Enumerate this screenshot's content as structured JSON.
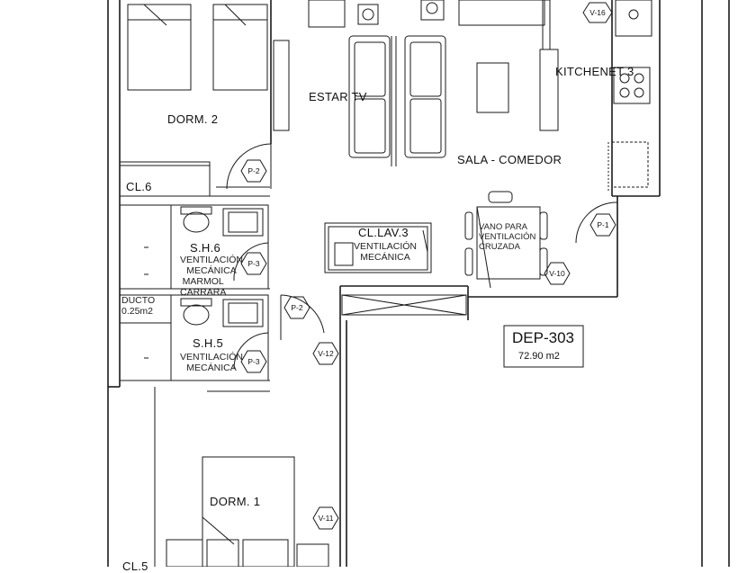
{
  "rooms": {
    "dorm2": "DORM. 2",
    "estar": "ESTAR TV",
    "kitchen": "KITCHENET 3",
    "sala": "SALA - COMEDOR",
    "cl6": "CL.6",
    "sh6": "S.H.6",
    "sh5": "S.H.5",
    "cllav": "CL.LAV.3",
    "dorm1": "DORM. 1",
    "cl5": "CL.5"
  },
  "notes": {
    "vent_mec_a": "VENTILACIÓN",
    "vent_mec_b": "MECÁNICA",
    "marmol_a": "MARMOL",
    "marmol_b": "CARRARA",
    "ducto_a": "DUCTO",
    "ducto_b": "0.25m2",
    "vano_a": "VANO  PARA",
    "vano_b": "VENTILACIÓN",
    "vano_c": "CRUZADA"
  },
  "tags": {
    "p2a": "P-2",
    "p2b": "P-2",
    "p3a": "P-3",
    "p3b": "P-3",
    "p1": "P-1",
    "v16": "V-16",
    "v10": "V-10",
    "v12": "V-12",
    "v11": "V-11"
  },
  "unit": {
    "code": "DEP-303",
    "area": "72.90  m2"
  }
}
